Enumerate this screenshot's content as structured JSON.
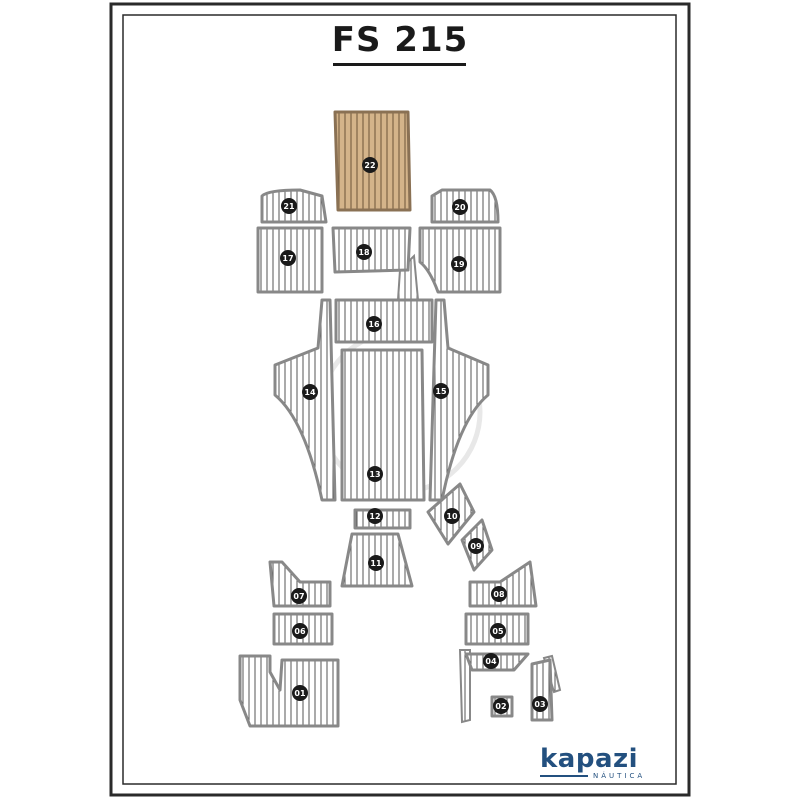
{
  "header": {
    "title": "FS 215"
  },
  "brand": {
    "name": "kapazi",
    "tagline": "NÁUTICA",
    "color": "#23507f"
  },
  "colors": {
    "pad": "#ffffff",
    "pad_stroke": "#888888",
    "plank_line": "#444444",
    "highlight_pad": "#d4b48a",
    "label_circle": "#1a1a1a",
    "label_text": "#ffffff",
    "frame": "#2a2a2a"
  },
  "pads": [
    {
      "label": "01"
    },
    {
      "label": "02"
    },
    {
      "label": "03"
    },
    {
      "label": "04"
    },
    {
      "label": "05"
    },
    {
      "label": "06"
    },
    {
      "label": "07"
    },
    {
      "label": "08"
    },
    {
      "label": "09"
    },
    {
      "label": "10"
    },
    {
      "label": "11"
    },
    {
      "label": "12"
    },
    {
      "label": "13"
    },
    {
      "label": "14"
    },
    {
      "label": "15"
    },
    {
      "label": "16"
    },
    {
      "label": "17"
    },
    {
      "label": "18"
    },
    {
      "label": "19"
    },
    {
      "label": "20"
    },
    {
      "label": "21"
    },
    {
      "label": "22",
      "highlighted": true
    }
  ]
}
